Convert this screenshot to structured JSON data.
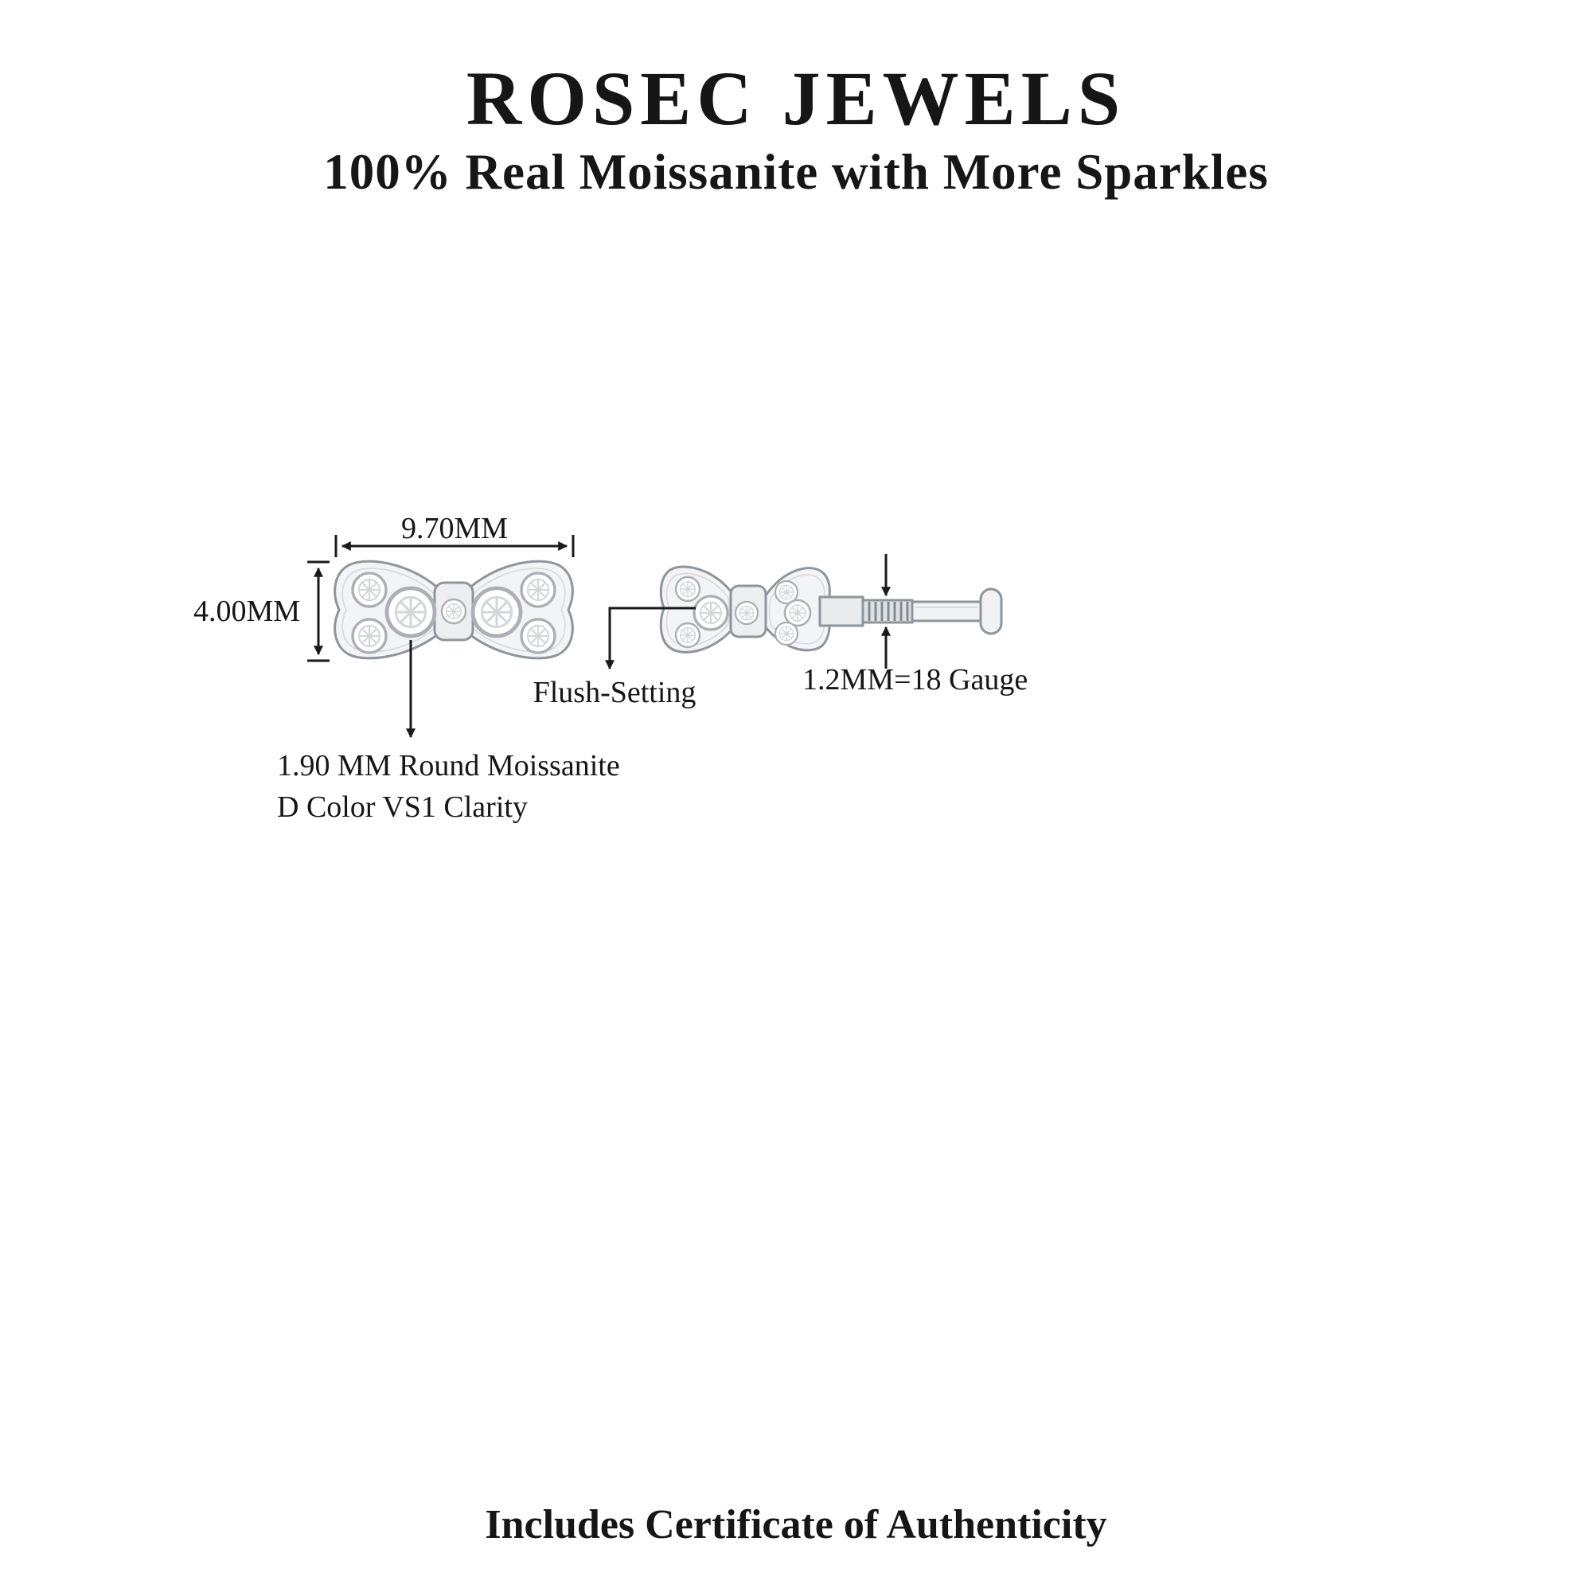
{
  "brand": {
    "title": "ROSEC JEWELS",
    "subtitle": "100% Real Moissanite with More Sparkles"
  },
  "diagram": {
    "width_label": "9.70MM",
    "height_label": "4.00MM",
    "flush_setting_label": "Flush-Setting",
    "gauge_label": "1.2MM=18 Gauge",
    "stone_note_line1": "1.90 MM Round Moissanite",
    "stone_note_line2": "D Color VS1 Clarity"
  },
  "footer": {
    "certificate_note": "Includes Certificate of Authenticity"
  },
  "icons": {
    "bow_front": "bow-earring-front-illustration",
    "bow_side": "bow-earring-side-illustration",
    "labret_post": "labret-post-illustration",
    "dimension_arrows": "double-headed-dimension-arrows"
  },
  "colors": {
    "background": "#ffffff",
    "text": "#161616",
    "metal_stroke": "#8e959b",
    "metal_fill": "#f3f4f6",
    "metal_inner_line": "#d8dbde",
    "stone_stroke": "#aab0b6",
    "annotation_line": "#1a1a1a"
  }
}
